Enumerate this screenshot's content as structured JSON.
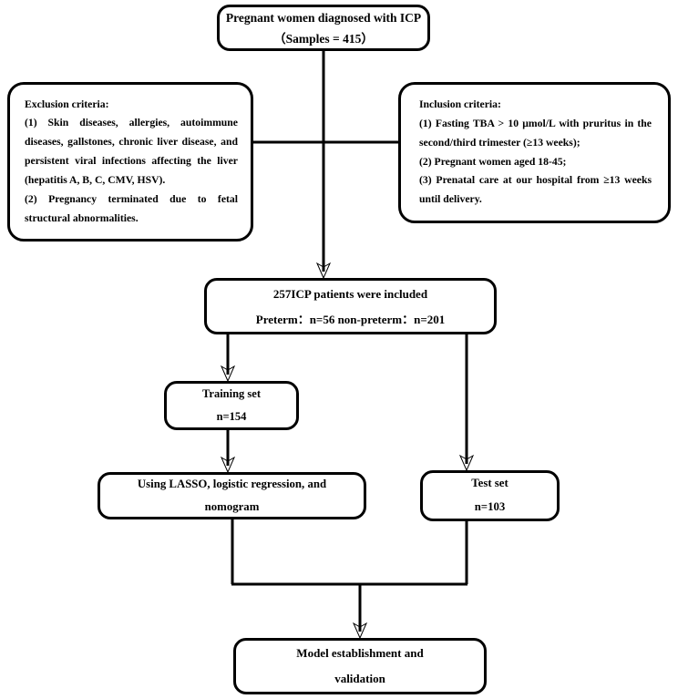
{
  "diagram": {
    "title": "ICP preterm birth prediction study flowchart",
    "stroke_color": "#000000",
    "background_color": "#ffffff",
    "nodes": {
      "source": {
        "line1": "Pregnant women diagnosed with ICP",
        "line2": "（Samples = 415）"
      },
      "exclusion": {
        "heading": "Exclusion criteria:",
        "item1": "(1) Skin diseases, allergies, autoimmune diseases, gallstones, chronic liver disease, and persistent viral infections affecting the liver (hepatitis A, B, C, CMV, HSV).",
        "item2": "(2) Pregnancy terminated due to fetal structural abnormalities."
      },
      "inclusion": {
        "heading": "Inclusion criteria:",
        "item1": "(1) Fasting TBA > 10 μmol/L with pruritus in the second/third trimester (≥13 weeks);",
        "item2": "(2) Pregnant women aged 18-45;",
        "item3": "(3) Prenatal care at our hospital from ≥13 weeks until delivery."
      },
      "included": {
        "line1": "257ICP patients were included",
        "line2": "Preterm：n=56   non-preterm：n=201"
      },
      "training": {
        "line1": "Training set",
        "line2": "n=154"
      },
      "method": {
        "line1": "Using LASSO, logistic regression, and",
        "line2": "nomogram"
      },
      "test": {
        "line1": "Test  set",
        "line2": "n=103"
      },
      "final": {
        "line1": "Model establishment and",
        "line2": "validation"
      }
    },
    "counts": {
      "screened_samples": 415,
      "included_patients": 257,
      "preterm": 56,
      "non_preterm": 201,
      "training_set": 154,
      "test_set": 103
    }
  }
}
